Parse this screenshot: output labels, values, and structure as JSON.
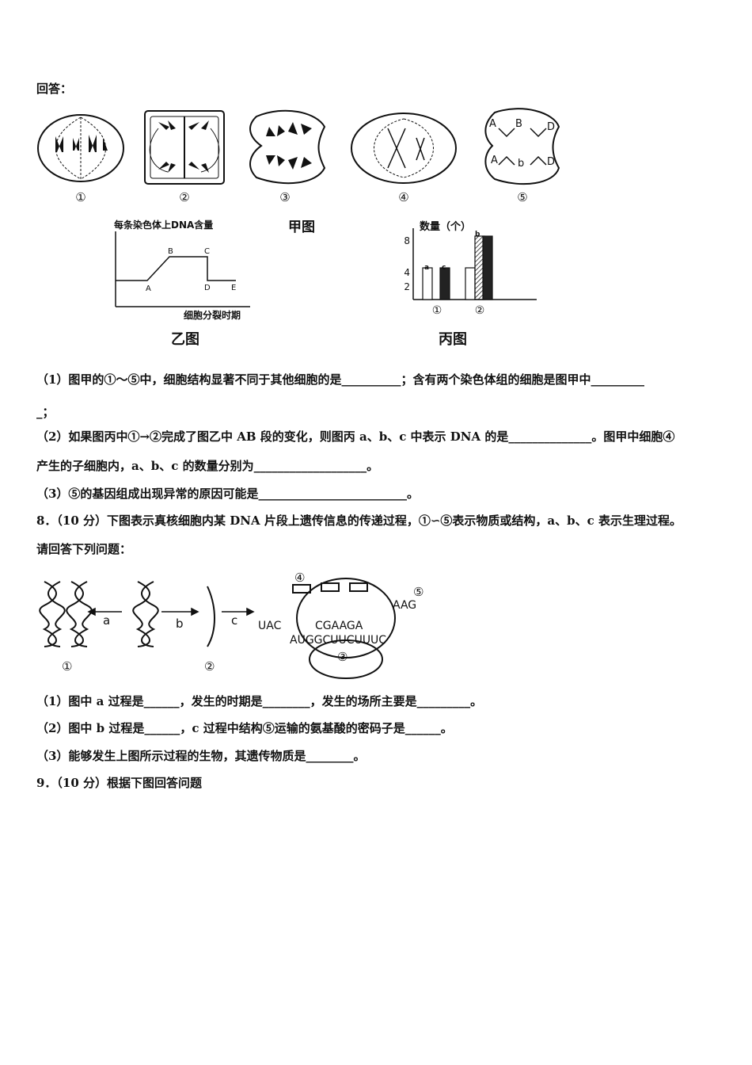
{
  "intro": "回答：",
  "fig_jia": {
    "cell_labels": [
      "①",
      "②",
      "③",
      "④",
      "⑤"
    ],
    "gene_labels": [
      "A",
      "B",
      "D",
      "A",
      "b",
      "D"
    ],
    "title": "甲图"
  },
  "fig_yi": {
    "ylabel": "每条染色体上DNA含量",
    "xlabel": "细胞分裂时期",
    "points": [
      "A",
      "B",
      "C",
      "D",
      "E"
    ],
    "title": "乙图"
  },
  "fig_bing": {
    "ylabel": "数量（个）",
    "yticks": [
      "8",
      "4",
      "2"
    ],
    "bar_labels": [
      "a",
      "c",
      "b"
    ],
    "groups": [
      "①",
      "②"
    ],
    "title": "丙图",
    "chart_data": {
      "type": "bar",
      "categories": [
        "①",
        "②"
      ],
      "series": [
        {
          "name": "a",
          "values": [
            4,
            4
          ]
        },
        {
          "name": "b",
          "values": [
            0,
            8
          ]
        },
        {
          "name": "c",
          "values": [
            4,
            8
          ]
        }
      ],
      "ylabel": "数量（个）",
      "ylim": [
        0,
        9
      ]
    }
  },
  "q7": {
    "p1": "（1）图甲的①～⑤中，细胞结构显著不同于其他细胞的是__________；含有两个染色体组的细胞是图甲中_________",
    "p1b": "_；",
    "p2": "（2）如果图丙中①→②完成了图乙中 AB 段的变化，则图丙 a、b、c 中表示 DNA 的是______________。图甲中细胞④",
    "p2b": "产生的子细胞内，a、b、c 的数量分别为___________________。",
    "p3": "（3）⑤的基因组成出现异常的原因可能是_________________________。"
  },
  "q8": {
    "head": "8．（10 分）下图表示真核细胞内某 DNA 片段上遗传信息的传递过程，①∽⑤表示物质或结构，a、b、c 表示生理过程。",
    "head2": "请回答下列问题：",
    "fig": {
      "labels": [
        "a",
        "b",
        "c"
      ],
      "struct": [
        "①",
        "②",
        "③",
        "④",
        "⑤"
      ],
      "codons": [
        "UAC",
        "CGAAGA",
        "AAG"
      ],
      "mrna": "AUGGCUUCUUUC"
    },
    "p1": "（1）图中 a 过程是______，发生的时期是________，发生的场所主要是_________。",
    "p2": "（2）图中 b 过程是______，c 过程中结构⑤运输的氨基酸的密码子是______。",
    "p3": "（3）能够发生上图所示过程的生物，其遗传物质是________。"
  },
  "q9": {
    "head": "9．（10 分）根据下图回答问题"
  }
}
